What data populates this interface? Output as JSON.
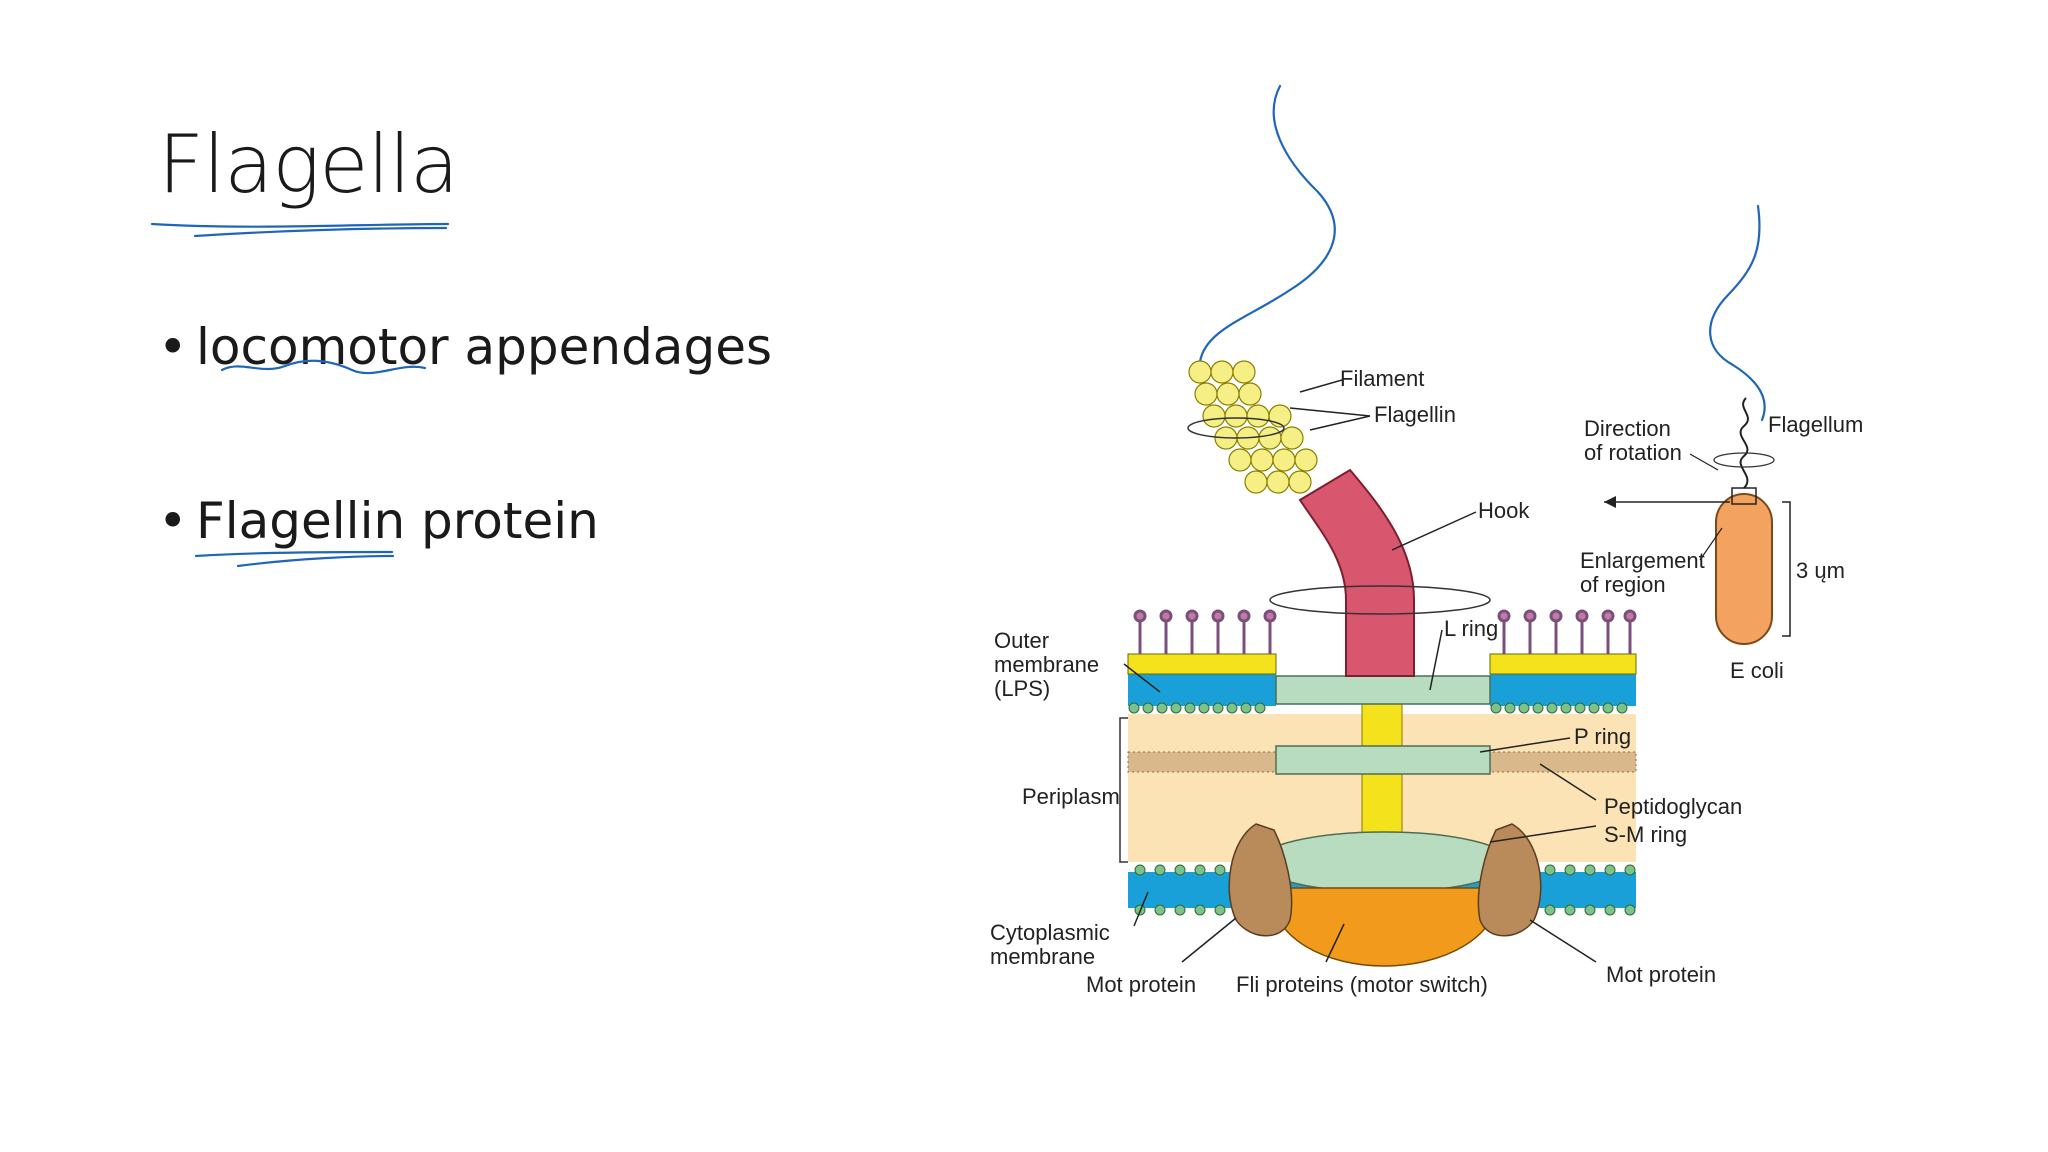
{
  "slide": {
    "title": "Flagella",
    "bullets": [
      "locomotor appendages",
      "Flagellin protein"
    ]
  },
  "diagram": {
    "labels": {
      "filament": "Filament",
      "flagellin": "Flagellin",
      "hook": "Hook",
      "l_ring": "L ring",
      "outer_membrane_1": "Outer",
      "outer_membrane_2": "membrane",
      "outer_membrane_3": "(LPS)",
      "p_ring": "P ring",
      "periplasm": "Periplasm",
      "peptidoglycan": "Peptidoglycan",
      "sm_ring": "S-M ring",
      "cytoplasmic_1": "Cytoplasmic",
      "cytoplasmic_2": "membrane",
      "mot_protein_left": "Mot protein",
      "fli_proteins": "Fli proteins (motor switch)",
      "mot_protein_right": "Mot protein",
      "direction_1": "Direction",
      "direction_2": "of rotation",
      "flagellum": "Flagellum",
      "enlargement_1": "Enlargement",
      "enlargement_2": "of region",
      "size": "3 ųm",
      "organism": "E coli"
    }
  },
  "colors": {
    "ink": "#1f66b8",
    "lps_yellow": "#f4e21c",
    "membrane_blue": "#1aa0d8",
    "head_green": "#7cc28a",
    "periplasm": "#fbe3b6",
    "hook_pink": "#d8566e",
    "ring_green": "#b7dcc0",
    "motor_orange": "#f29a1c",
    "mot_brown": "#b98a5a",
    "flagellin_yellow": "#f6ef86",
    "cell_orange": "#f3a35f"
  }
}
